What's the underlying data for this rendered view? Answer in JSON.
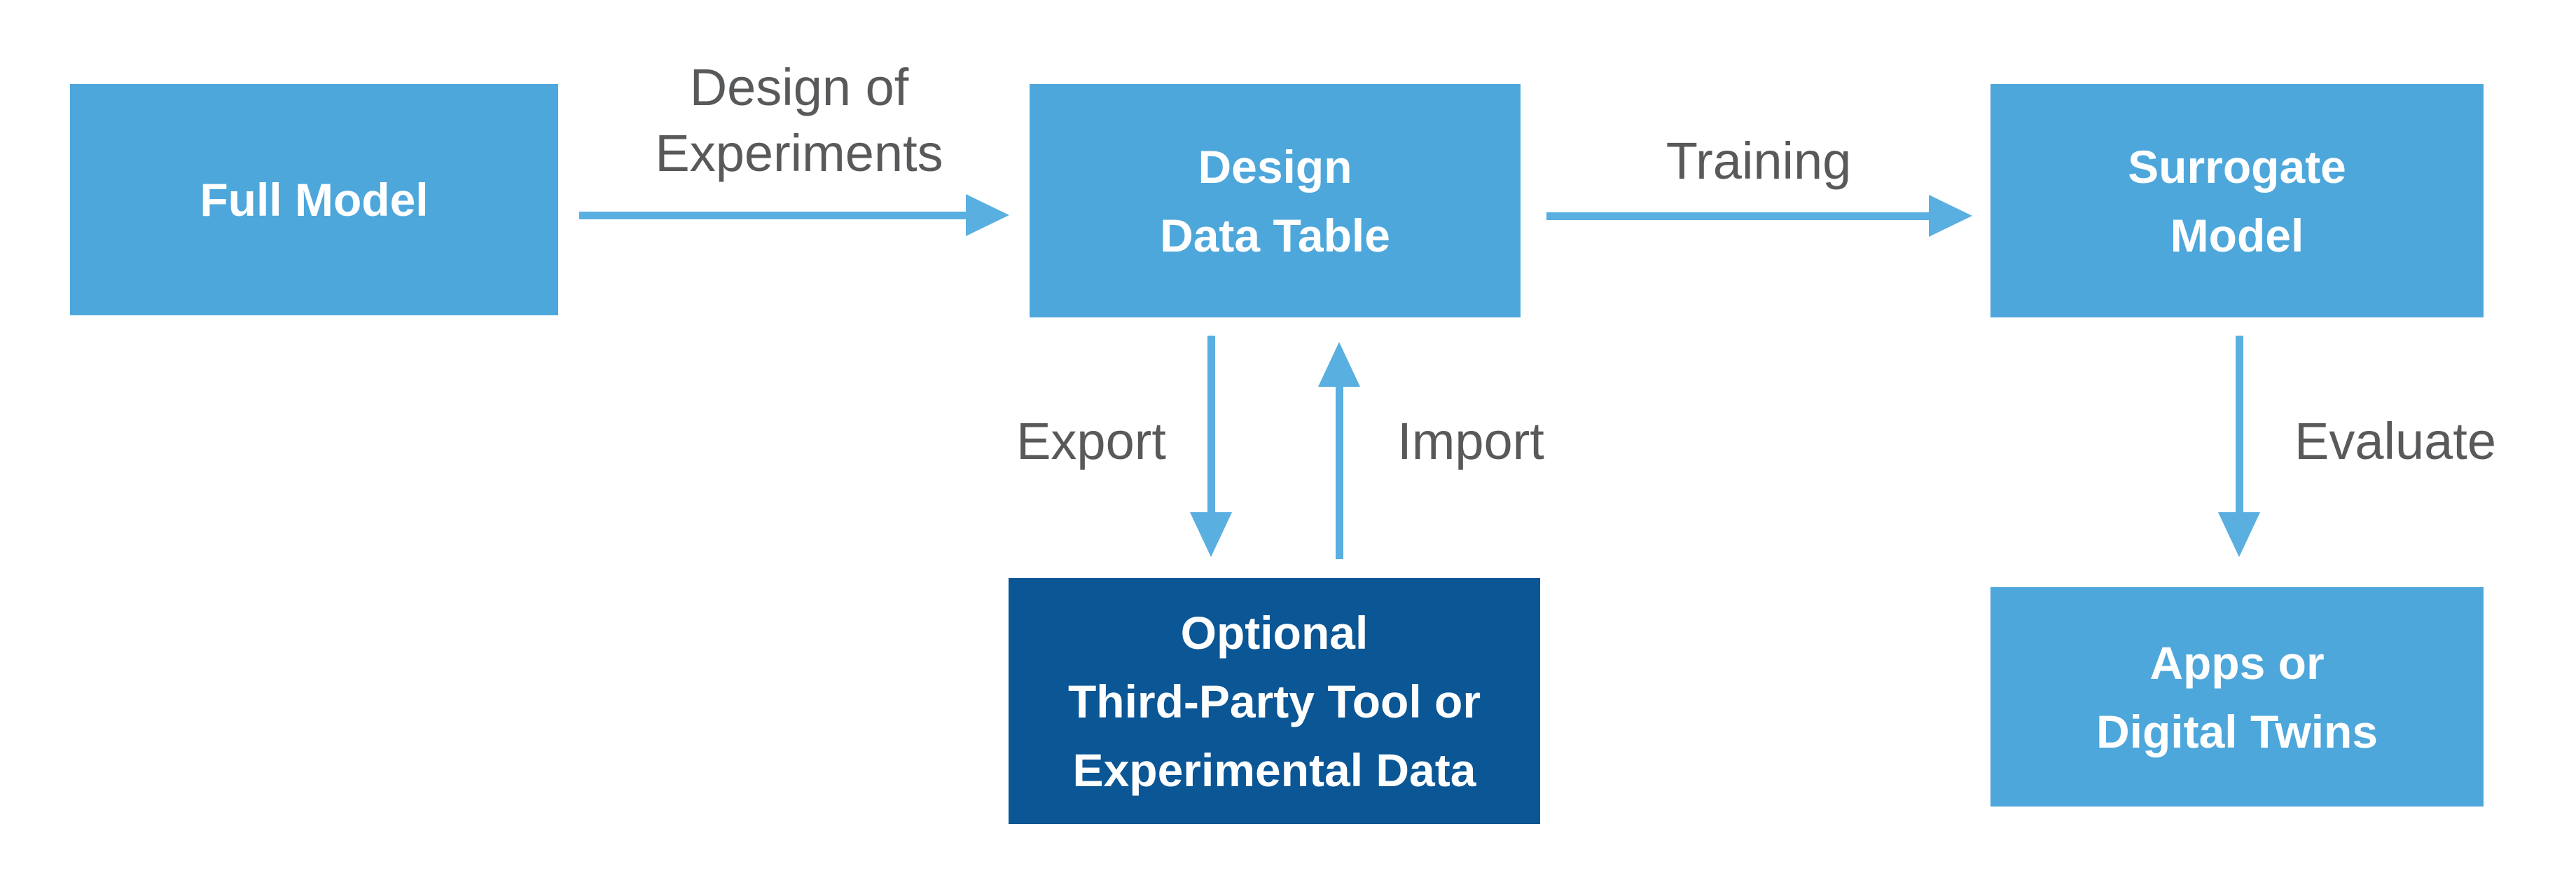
{
  "diagram": {
    "title": "Surrogate model workflow diagram",
    "colors": {
      "background": "#FFFFFF",
      "node_light_blue": "#4DA7DB",
      "node_dark_blue": "#0B5695",
      "arrow_blue": "#59AFE0",
      "edge_label_gray": "#58595B",
      "node_text": "#FFFFFF"
    },
    "nodes": {
      "full_model": {
        "label": "Full Model"
      },
      "design_data_table": {
        "label": "Design\nData Table"
      },
      "surrogate_model": {
        "label": "Surrogate\nModel"
      },
      "optional_third_party": {
        "label": "Optional\nThird-Party Tool or\nExperimental Data"
      },
      "apps_digital_twins": {
        "label": "Apps or\nDigital Twins"
      }
    },
    "edges": {
      "design_of_experiments": {
        "label": "Design of\nExperiments",
        "from": "Full Model",
        "to": "Design Data Table",
        "direction": "right"
      },
      "training": {
        "label": "Training",
        "from": "Design Data Table",
        "to": "Surrogate Model",
        "direction": "right"
      },
      "export": {
        "label": "Export",
        "from": "Design Data Table",
        "to": "Optional Third-Party Tool or Experimental Data",
        "direction": "down"
      },
      "import": {
        "label": "Import",
        "from": "Optional Third-Party Tool or Experimental Data",
        "to": "Design Data Table",
        "direction": "up"
      },
      "evaluate": {
        "label": "Evaluate",
        "from": "Surrogate Model",
        "to": "Apps or Digital Twins",
        "direction": "down"
      }
    }
  }
}
